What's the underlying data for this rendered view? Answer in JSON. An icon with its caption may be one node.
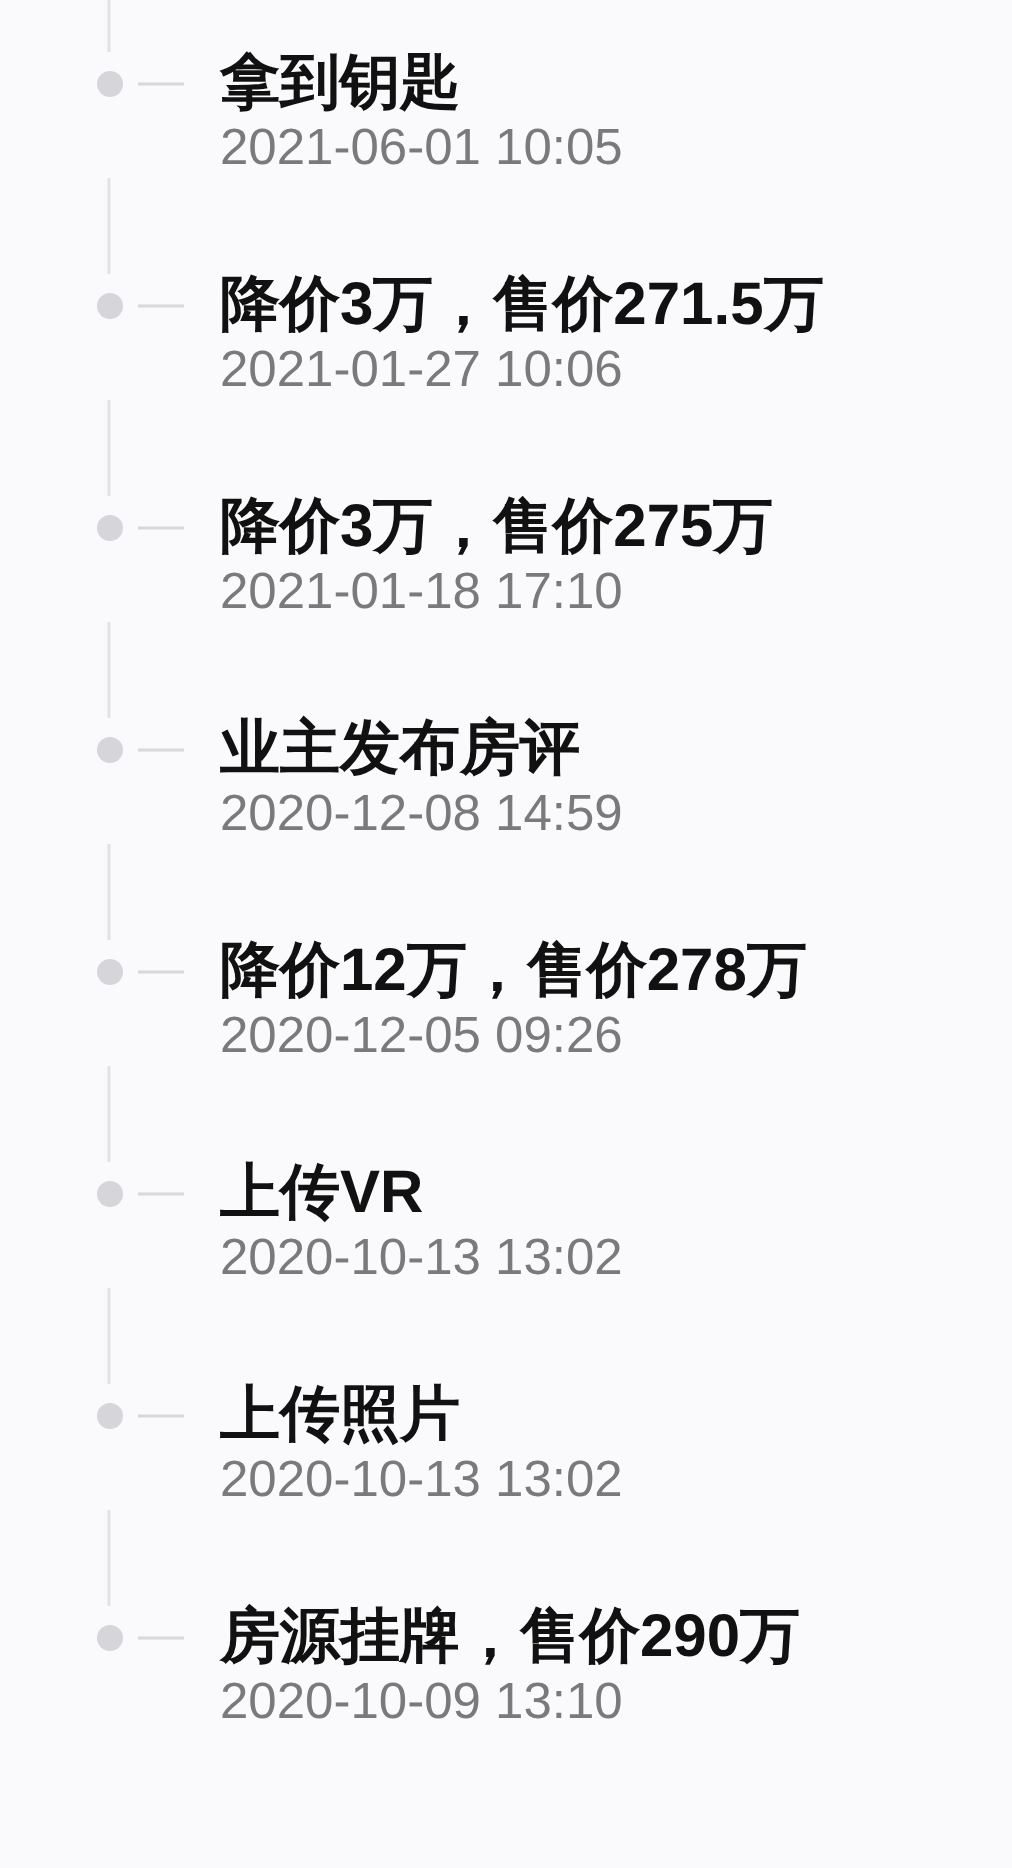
{
  "diagram": {
    "nodes": [
      {
        "text": [
          "拿到钥匙",
          "2021-06-01 10:05"
        ]
      },
      {
        "text": [
          "降价3万，售价271.5万",
          "2021-01-27 10:06"
        ]
      },
      {
        "text": [
          "降价3万，售价275万",
          "2021-01-18 17:10"
        ]
      },
      {
        "text": [
          "业主发布房评",
          "2020-12-08 14:59"
        ]
      },
      {
        "text": [
          "降价12万，售价278万",
          "2020-12-05 09:26"
        ]
      },
      {
        "text": [
          "上传VR",
          "2020-10-13 13:02"
        ]
      },
      {
        "text": [
          "上传照片",
          "2020-10-13 13:02"
        ]
      },
      {
        "text": [
          "房源挂牌，售价290万",
          "2020-10-09 13:10"
        ]
      }
    ],
    "edges": [
      {
        "from": null,
        "to": 0,
        "arrow": "none"
      },
      {
        "from": 0,
        "to": 1,
        "arrow": "none"
      },
      {
        "from": 1,
        "to": 2,
        "arrow": "none"
      },
      {
        "from": 2,
        "to": 3,
        "arrow": "none"
      },
      {
        "from": 3,
        "to": 4,
        "arrow": "none"
      },
      {
        "from": 4,
        "to": 5,
        "arrow": "none"
      },
      {
        "from": 5,
        "to": 6,
        "arrow": "none"
      },
      {
        "from": 6,
        "to": 7,
        "arrow": "none"
      }
    ]
  }
}
